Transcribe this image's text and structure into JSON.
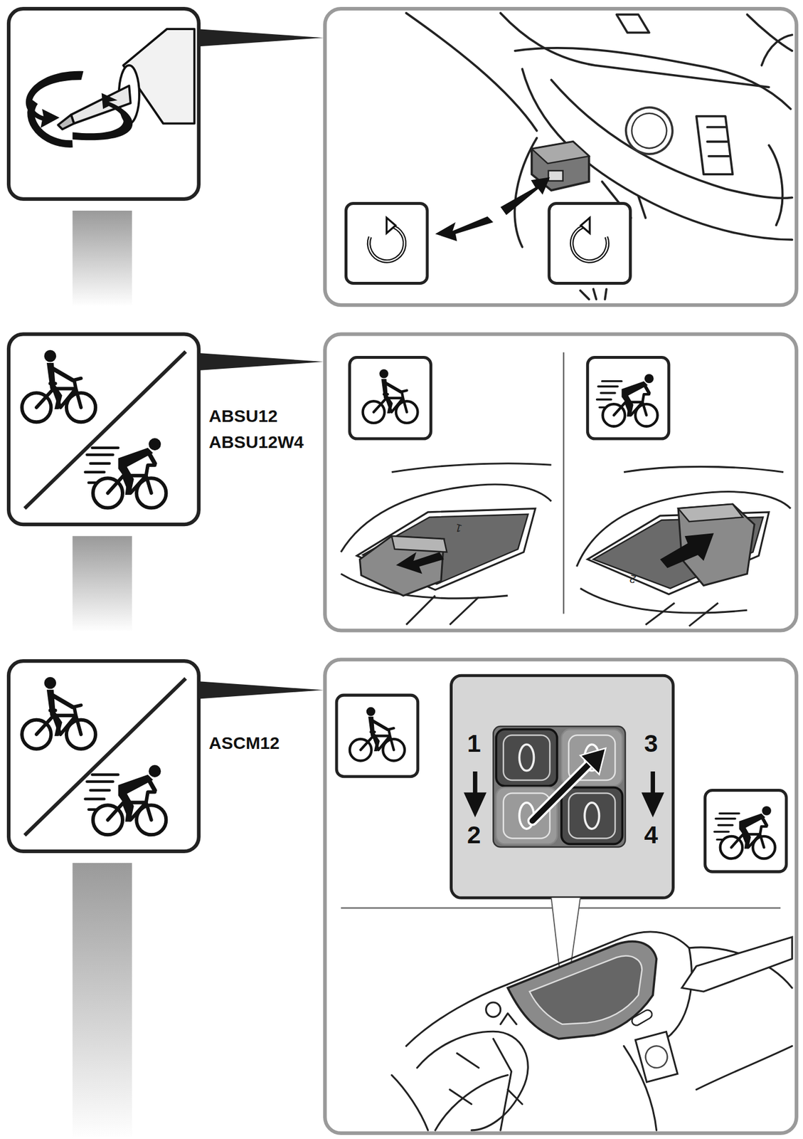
{
  "diagram": {
    "nodes": [
      {
        "text": [
          "1",
          "2",
          "3",
          "4"
        ]
      }
    ],
    "labels": [
      "ABSU12",
      "ABSU12W4",
      "1",
      "2",
      "ASCM12"
    ]
  }
}
